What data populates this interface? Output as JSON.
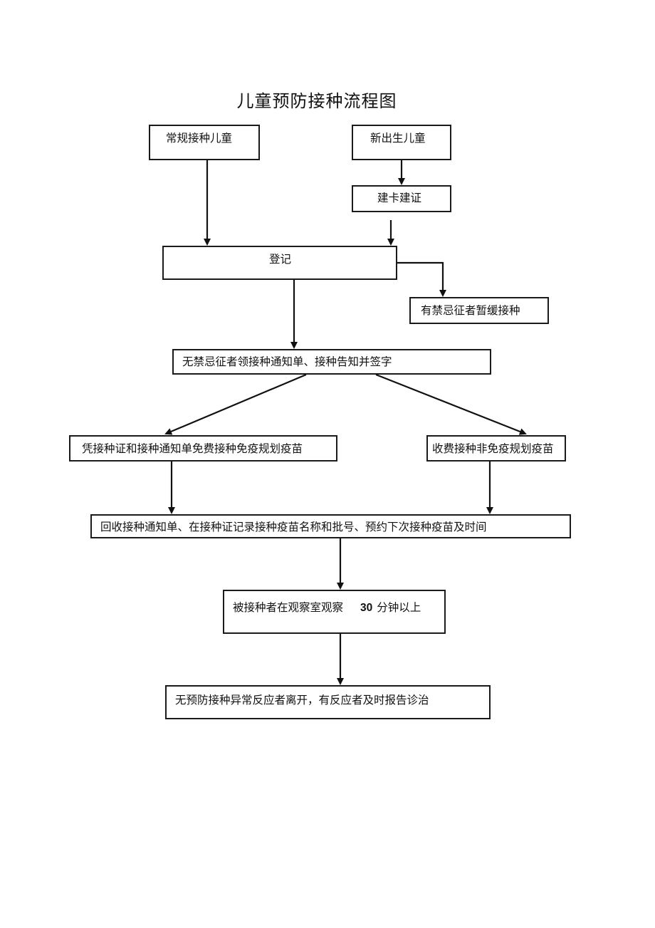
{
  "title": "儿童预防接种流程图",
  "nodes": {
    "routine_children": "常规接种儿童",
    "newborn_children": "新出生儿童",
    "create_card": "建卡建证",
    "registration": "登记",
    "contraindicated": "有禁忌征者暂缓接种",
    "no_contraindication": "无禁忌征者领接种通知单、接种告知并签字",
    "free_vaccine": "凭接种证和接种通知单免费接种免疫规划疫苗",
    "paid_vaccine": "收费接种非免疫规划疫苗",
    "record": "回收接种通知单、在接种证记录接种疫苗名称和批号、预约下次接种疫苗及时间",
    "observe_prefix": "被接种者在观察室观察",
    "observe_minutes": "30",
    "observe_suffix": "分钟以上",
    "leave": "无预防接种异常反应者离开，有反应者及时报告诊治"
  }
}
